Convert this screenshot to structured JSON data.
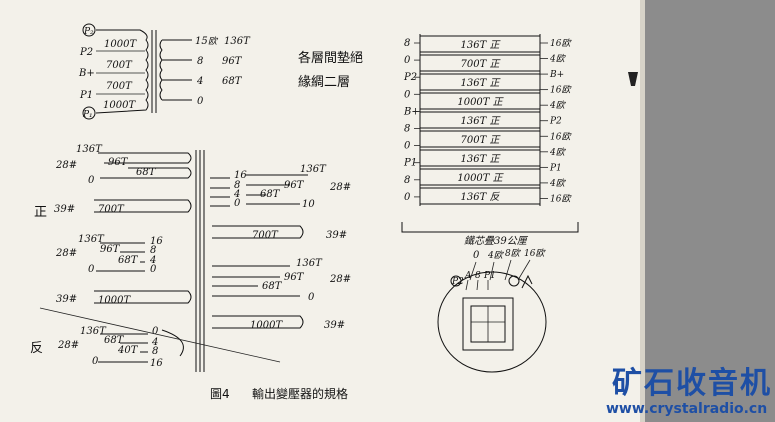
{
  "top_left_transformer": {
    "primary_labels": [
      "P2",
      "B+",
      "P1"
    ],
    "primary_turns": [
      "1000T",
      "700T",
      "700T",
      "1000T"
    ],
    "secondary_taps": [
      "15",
      "8",
      "4",
      "0"
    ],
    "secondary_ohm_suffix": "欧",
    "secondary_turns": [
      "136T",
      "96T",
      "68T"
    ]
  },
  "note_title": "各層間墊絕",
  "note_sub": "緣綢二層",
  "stack": {
    "left_labels": [
      "8",
      "0",
      "P2",
      "0",
      "B+",
      "8",
      "0",
      "P1",
      "8",
      "0"
    ],
    "layers": [
      "136T 正",
      "700T 正",
      "136T 正",
      "1000T 正",
      "136T 正",
      "700T 正",
      "136T 正",
      "1000T 正",
      "136T 反"
    ],
    "right_labels": [
      "16欧",
      "4欧",
      "B+",
      "16欧",
      "4欧",
      "P2",
      "16欧",
      "4欧",
      "P1",
      "4欧",
      "16欧"
    ],
    "core_label": "鐵芯疊39公厘"
  },
  "bobbin": {
    "pins": [
      "P2",
      "A",
      "8",
      "P1",
      "0",
      "4欧",
      "8欧",
      "16欧"
    ]
  },
  "wiring": {
    "left_turns_top": [
      "136T",
      "96T",
      "68T"
    ],
    "ref_28": "28#",
    "ref_39": "39#",
    "zero": "0",
    "label_zheng": "正",
    "label_fan": "反",
    "label_700T": "700T",
    "label_1000T": "1000T",
    "mid_taps": [
      "16",
      "8",
      "4",
      "0"
    ],
    "right_turns_1": [
      "136T",
      "96T",
      "68T"
    ],
    "right_10": "10",
    "left_turns_mid": [
      "136T",
      "96T",
      "68T"
    ],
    "left_taps_mid": [
      "16",
      "8",
      "4"
    ],
    "left_turns_bot": [
      "136T",
      "68T",
      "40T"
    ],
    "left_taps_bot": [
      "0",
      "4",
      "8",
      "16"
    ]
  },
  "caption": {
    "figure": "圖4",
    "title": "輸出變壓器的規格"
  },
  "watermark": {
    "title": "矿石收音机",
    "url": "www.crystalradio.cn"
  }
}
